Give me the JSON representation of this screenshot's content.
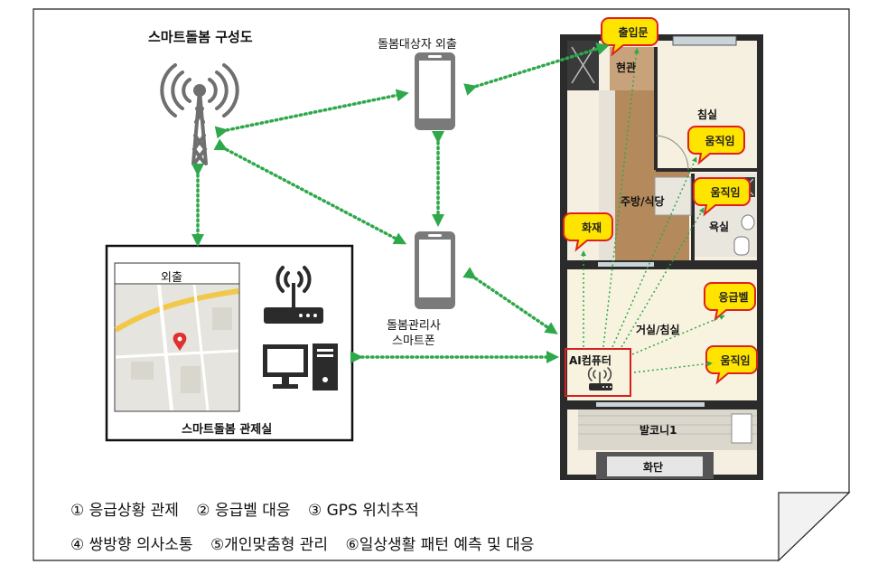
{
  "diagram": {
    "title": "스마트돌봄 구성도",
    "nodes": {
      "outing_phone": "돌봄대상자 외출",
      "caregiver_phone_line1": "돌봄관리사",
      "caregiver_phone_line2": "스마트폰",
      "control_room": "스마트돌봄 관제실",
      "map_panel_title": "외출"
    },
    "rooms": {
      "entrance": "현관",
      "bedroom": "침실",
      "kitchen": "주방/식당",
      "bathroom": "욕실",
      "living": "거실/침실",
      "balcony": "발코니1",
      "flowerbed": "화단"
    },
    "callouts": {
      "front_door": "출입문",
      "motion_bedroom": "움직임",
      "motion_bath": "움직임",
      "fire": "화재",
      "emergency_bell": "응급벨",
      "motion_living": "움직임"
    },
    "ai_computer": "AI컴퓨터",
    "legend_row1": [
      "① 응급상황 관제",
      "② 응급벨 대응",
      "③ GPS 위치추적"
    ],
    "legend_row2": [
      "④ 쌍방향 의사소통",
      "⑤개인맞춤형 관리",
      "⑥일상생활 패턴 예측 및 대응"
    ]
  },
  "colors": {
    "link_green": "#2ea84a",
    "callout_yellow": "#ffe400",
    "callout_border": "#e02020",
    "icon_gray": "#6f6f6f",
    "device_dark": "#2b2b2b"
  }
}
